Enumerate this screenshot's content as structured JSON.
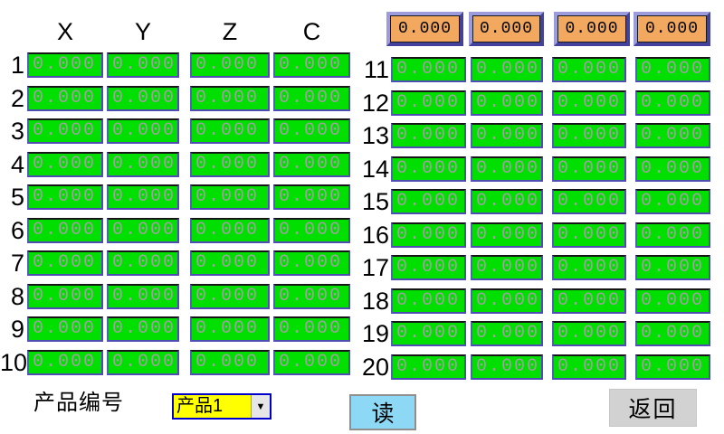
{
  "left_table": {
    "headers": [
      "X",
      "Y",
      "Z",
      "C"
    ],
    "rows": [
      {
        "num": "1",
        "values": [
          "0.000",
          "0.000",
          "0.000",
          "0.000"
        ]
      },
      {
        "num": "2",
        "values": [
          "0.000",
          "0.000",
          "0.000",
          "0.000"
        ]
      },
      {
        "num": "3",
        "values": [
          "0.000",
          "0.000",
          "0.000",
          "0.000"
        ]
      },
      {
        "num": "4",
        "values": [
          "0.000",
          "0.000",
          "0.000",
          "0.000"
        ]
      },
      {
        "num": "5",
        "values": [
          "0.000",
          "0.000",
          "0.000",
          "0.000"
        ]
      },
      {
        "num": "6",
        "values": [
          "0.000",
          "0.000",
          "0.000",
          "0.000"
        ]
      },
      {
        "num": "7",
        "values": [
          "0.000",
          "0.000",
          "0.000",
          "0.000"
        ]
      },
      {
        "num": "8",
        "values": [
          "0.000",
          "0.000",
          "0.000",
          "0.000"
        ]
      },
      {
        "num": "9",
        "values": [
          "0.000",
          "0.000",
          "0.000",
          "0.000"
        ]
      },
      {
        "num": "10",
        "values": [
          "0.000",
          "0.000",
          "0.000",
          "0.000"
        ]
      }
    ]
  },
  "right_table": {
    "top_readouts": [
      "0.000",
      "0.000",
      "0.000",
      "0.000"
    ],
    "rows": [
      {
        "num": "11",
        "values": [
          "0.000",
          "0.000",
          "0.000",
          "0.000"
        ]
      },
      {
        "num": "12",
        "values": [
          "0.000",
          "0.000",
          "0.000",
          "0.000"
        ]
      },
      {
        "num": "13",
        "values": [
          "0.000",
          "0.000",
          "0.000",
          "0.000"
        ]
      },
      {
        "num": "14",
        "values": [
          "0.000",
          "0.000",
          "0.000",
          "0.000"
        ]
      },
      {
        "num": "15",
        "values": [
          "0.000",
          "0.000",
          "0.000",
          "0.000"
        ]
      },
      {
        "num": "16",
        "values": [
          "0.000",
          "0.000",
          "0.000",
          "0.000"
        ]
      },
      {
        "num": "17",
        "values": [
          "0.000",
          "0.000",
          "0.000",
          "0.000"
        ]
      },
      {
        "num": "18",
        "values": [
          "0.000",
          "0.000",
          "0.000",
          "0.000"
        ]
      },
      {
        "num": "19",
        "values": [
          "0.000",
          "0.000",
          "0.000",
          "0.000"
        ]
      },
      {
        "num": "20",
        "values": [
          "0.000",
          "0.000",
          "0.000",
          "0.000"
        ]
      }
    ]
  },
  "footer": {
    "product_label": "产品编号",
    "product_select_value": "产品1",
    "dropdown_arrow_icon": "▼",
    "read_button_label": "读",
    "back_button_label": "返回"
  },
  "colors": {
    "cell_green": "#00DF00",
    "cell_value_text": "#A0A0A0",
    "readout_orange": "#F3A85F",
    "readout_frame_light": "#9C9CDC",
    "readout_frame_dark": "#42429A",
    "select_yellow": "#FFFF00",
    "select_border_blue": "#0000CC",
    "read_button_blue": "#8DD9F5",
    "back_button_gray": "#D2D2D2"
  }
}
